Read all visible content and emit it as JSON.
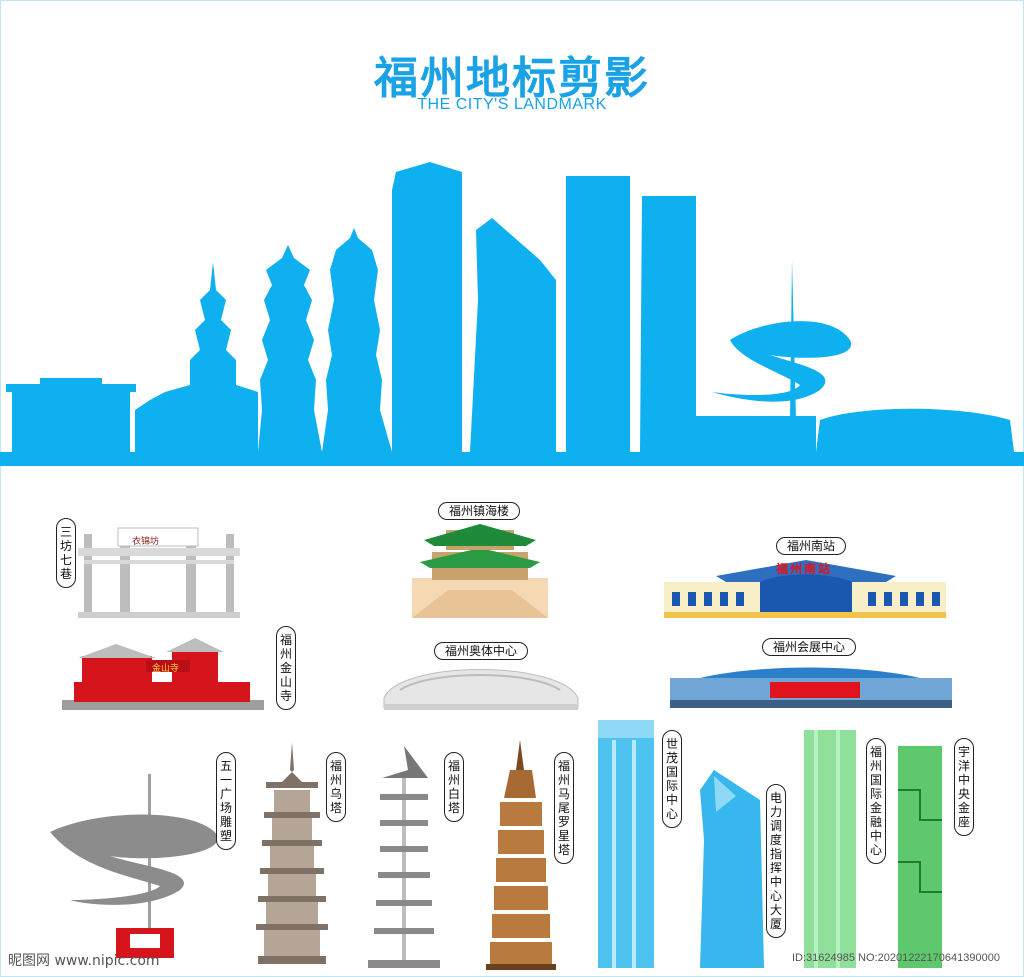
{
  "header": {
    "title": "福州地标剪影",
    "subtitle": "THE CITY'S LANDMARK"
  },
  "landmarks": [
    {
      "name": "三坊七巷"
    },
    {
      "name": "福州镇海楼"
    },
    {
      "name": "福州南站"
    },
    {
      "name": "福州金山寺"
    },
    {
      "name": "福州奥体中心"
    },
    {
      "name": "福州会展中心"
    },
    {
      "name": "世茂国际中心"
    },
    {
      "name": "五一广场雕塑"
    },
    {
      "name": "福州乌塔"
    },
    {
      "name": "福州白塔"
    },
    {
      "name": "福州马尾罗星塔"
    },
    {
      "name": "电力调度指挥中心大厦"
    },
    {
      "name": "福州国际金融中心"
    },
    {
      "name": "宇洋中央金座"
    }
  ],
  "signs": {
    "gate_sign": "衣锦坊",
    "station_sign": "福州南站",
    "temple_sign": "金山寺"
  },
  "watermark": {
    "site": "昵图网 www.nipic.com",
    "id_text": "ID:31624985 NO:20201222170641390000"
  },
  "colors": {
    "brand_blue": "#1aa2e6",
    "silhouette_blue": "#0fb0f0"
  }
}
